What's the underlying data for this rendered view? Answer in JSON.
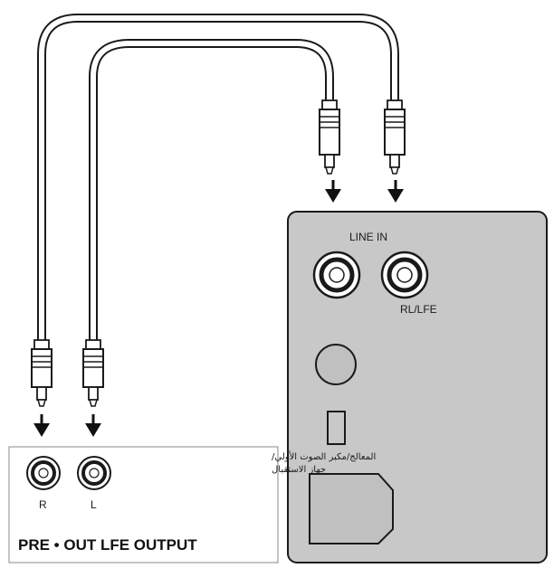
{
  "labels": {
    "line_in": "LINE IN",
    "rl_lfe": "RL/LFE",
    "jack_r": "R",
    "jack_l": "L",
    "arabic_line1": "المعالج/مكبر الصوت الأولي/",
    "arabic_line2": "جهاز الاستقبال",
    "output_title": "PRE • OUT LFE OUTPUT"
  },
  "colors": {
    "panel_fill": "#c8c8c8",
    "outline": "#1a1a1a",
    "cable": "#ffffff",
    "background": "#ffffff"
  }
}
